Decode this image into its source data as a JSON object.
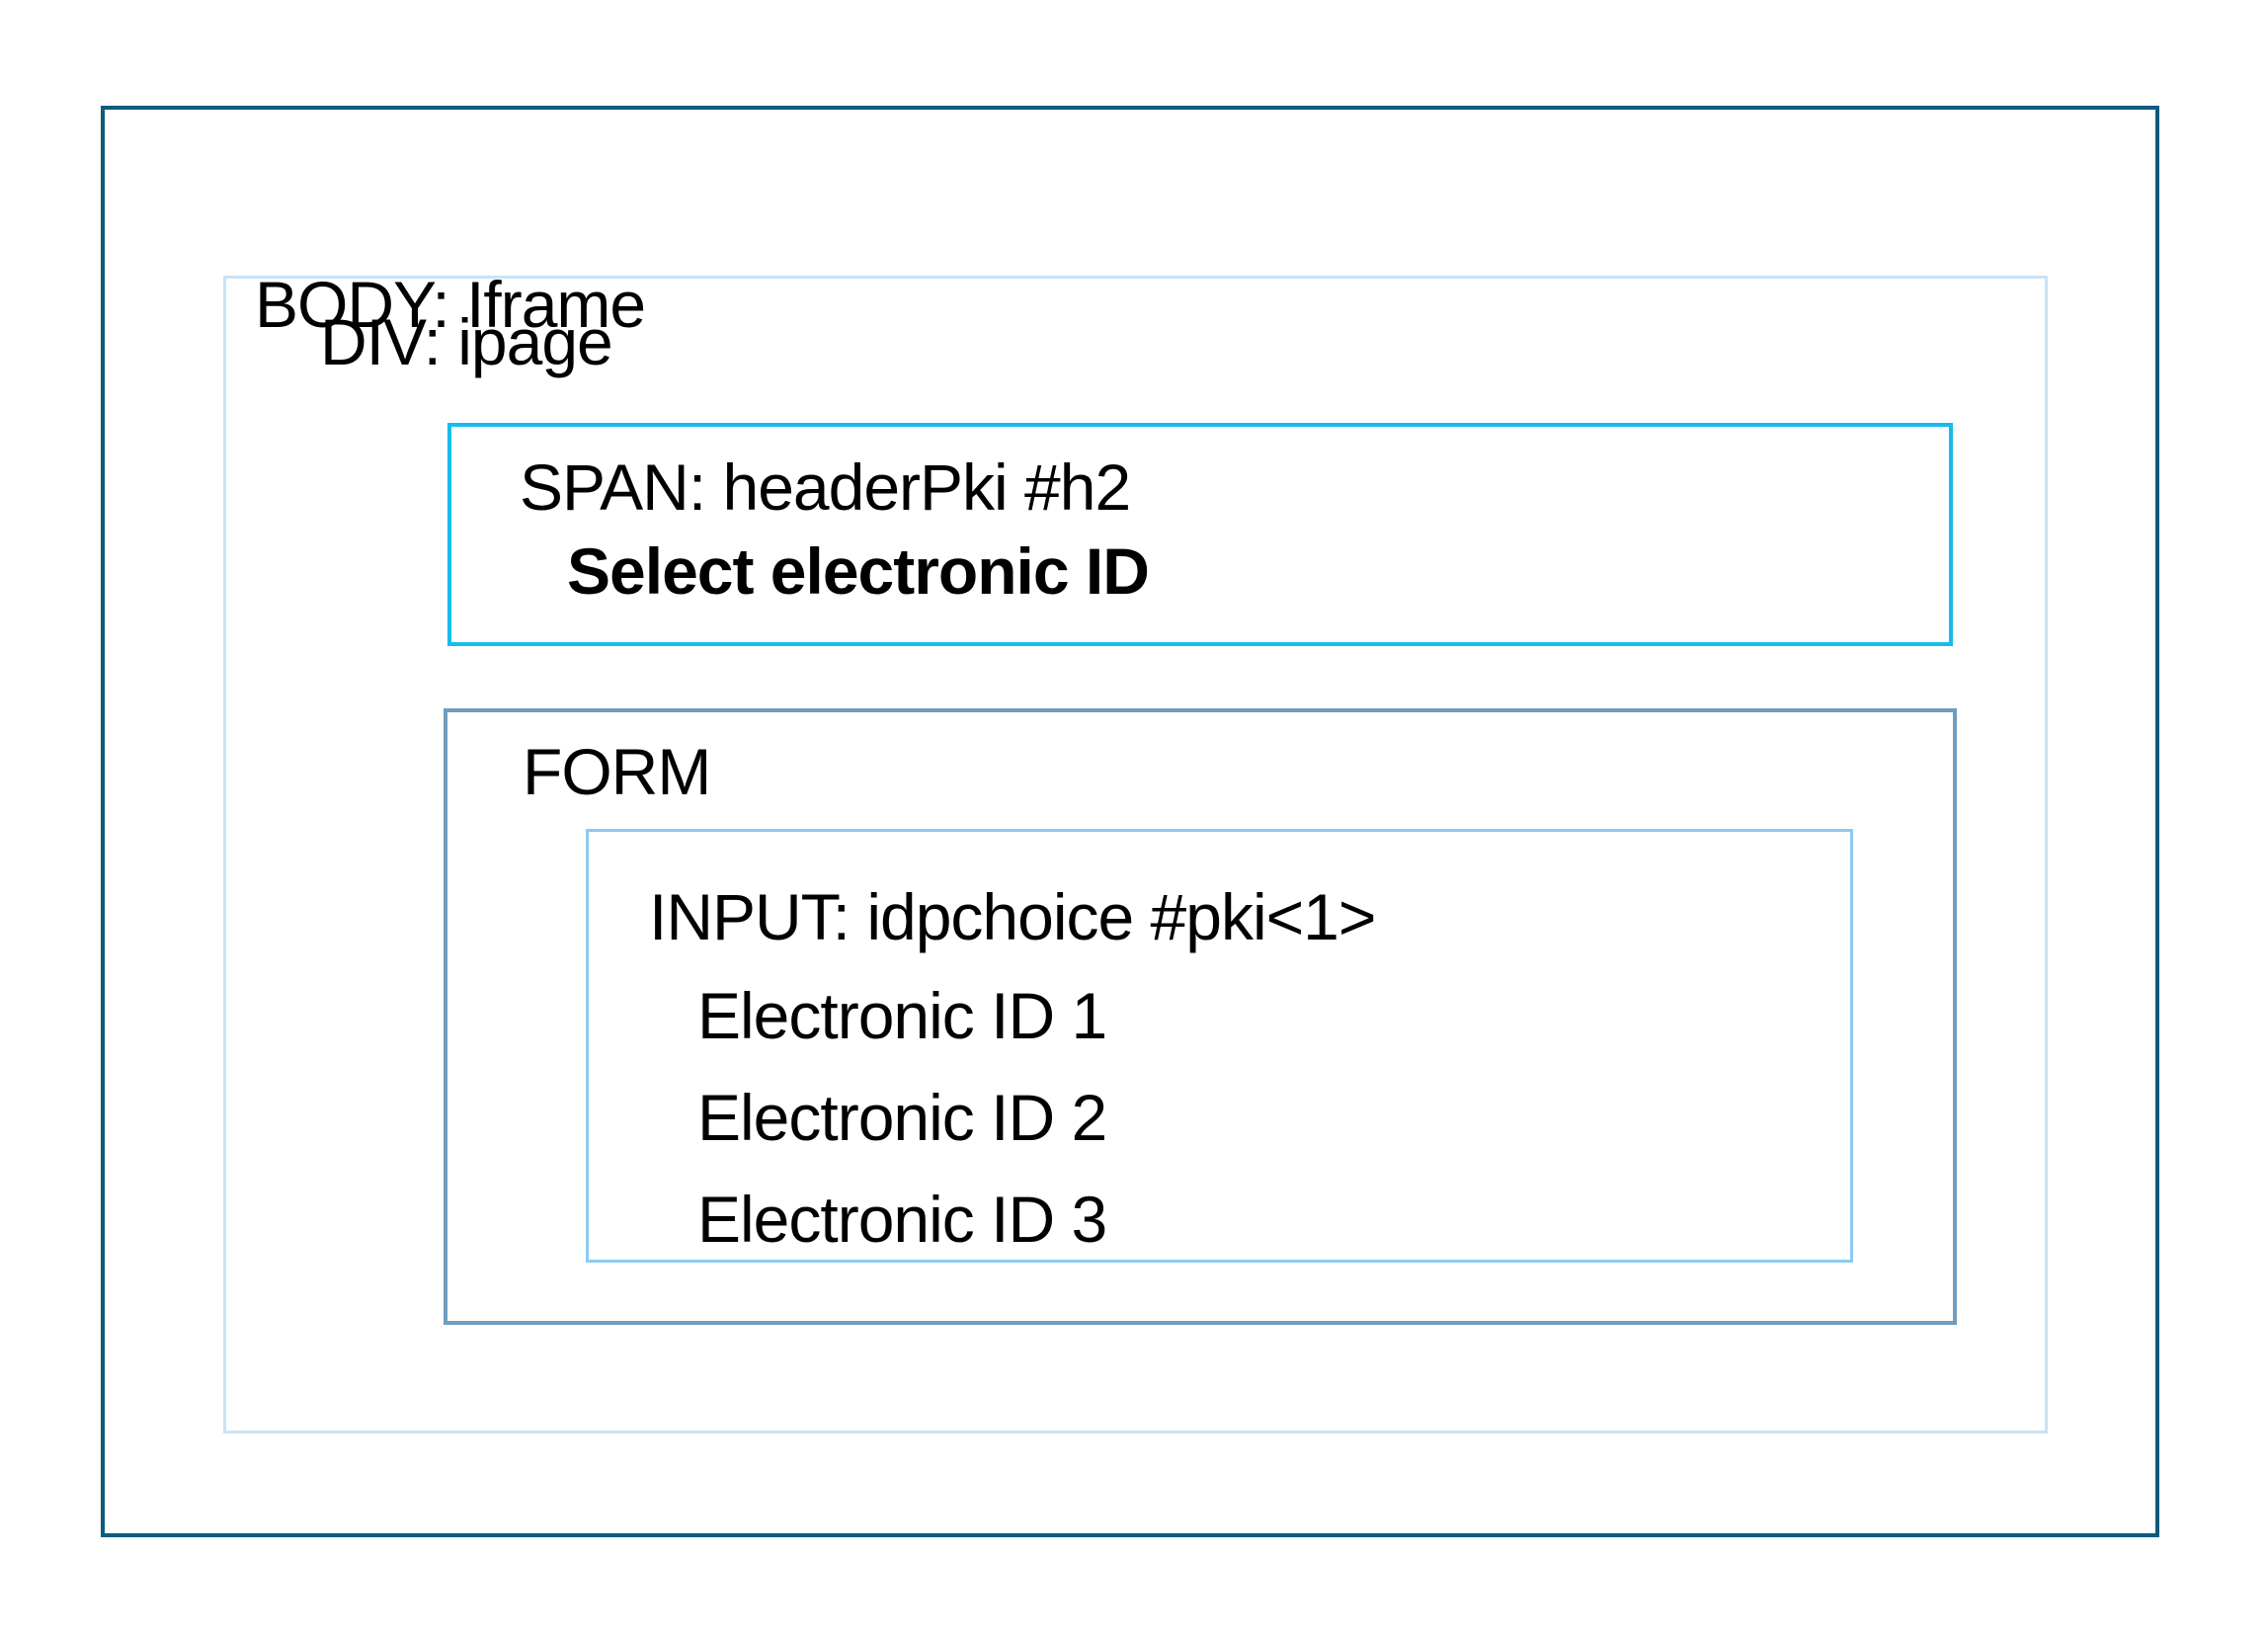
{
  "diagram": {
    "boxes": {
      "body": {
        "label": "BODY: Iframe"
      },
      "ipage": {
        "label": "DIV: ipage"
      },
      "header": {
        "label": "SPAN: headerPki #h2",
        "content": "Select electronic ID"
      },
      "form": {
        "label": "FORM"
      },
      "input": {
        "label": "INPUT: idpchoice #pki<1>",
        "options": [
          "Electronic ID 1",
          "Electronic ID 2",
          "Electronic ID 3"
        ]
      }
    },
    "colors": {
      "background": "#FFFFFF",
      "text": "#000000",
      "body_border": "#0D5B7D",
      "ipage_border": "#C8E4F6",
      "header_border": "#18BCEC",
      "form_border": "#6F9DBF",
      "input_border": "#8DCCF0"
    }
  }
}
